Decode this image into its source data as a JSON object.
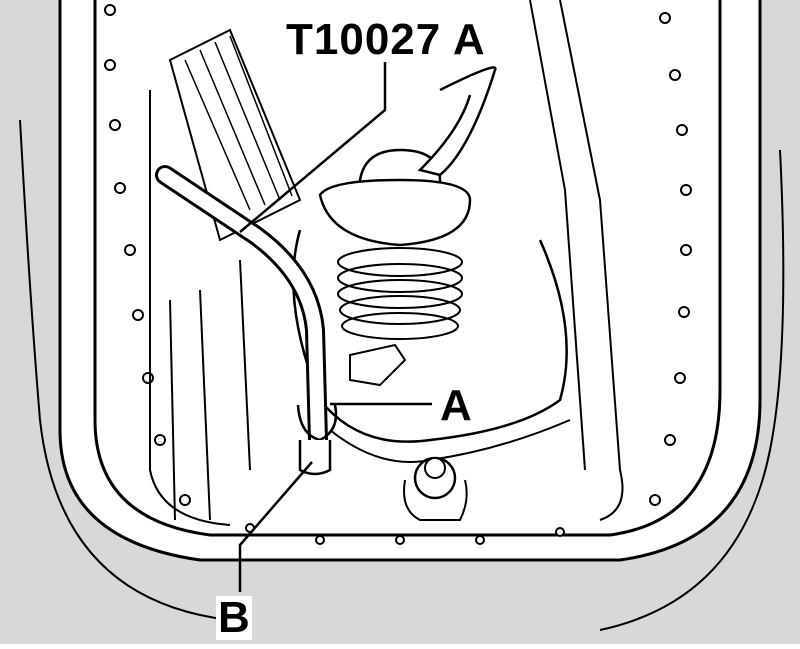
{
  "labels": {
    "tool": "T10027 A",
    "part_a": "A",
    "part_b": "B"
  },
  "colors": {
    "background": "#ffffff",
    "housing": "#d8d8d8",
    "line": "#000000"
  }
}
